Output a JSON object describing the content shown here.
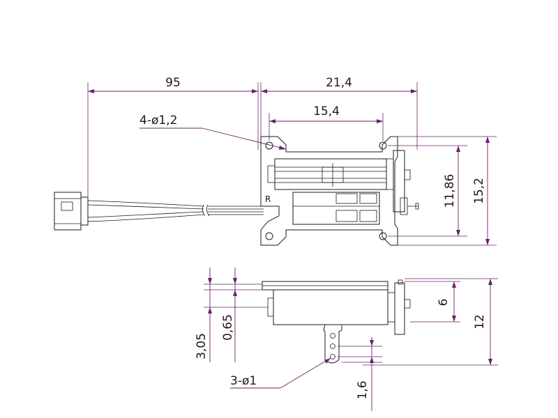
{
  "top_view": {
    "dim_total_length": "95",
    "dim_body_width": "21,4",
    "dim_hole_spacing_x": "15,4",
    "dim_holes_note": "4-ø1,2",
    "dim_hole_spacing_y": "11,86",
    "dim_body_height": "15,2",
    "marker_label": "R"
  },
  "side_view": {
    "dim_shaft_height": "6",
    "dim_total_height": "12",
    "dim_offset_a": "3,05",
    "dim_offset_b": "0,65",
    "dim_arm_holes_note": "3-ø1",
    "dim_arm_hole_spacing": "1,6"
  }
}
